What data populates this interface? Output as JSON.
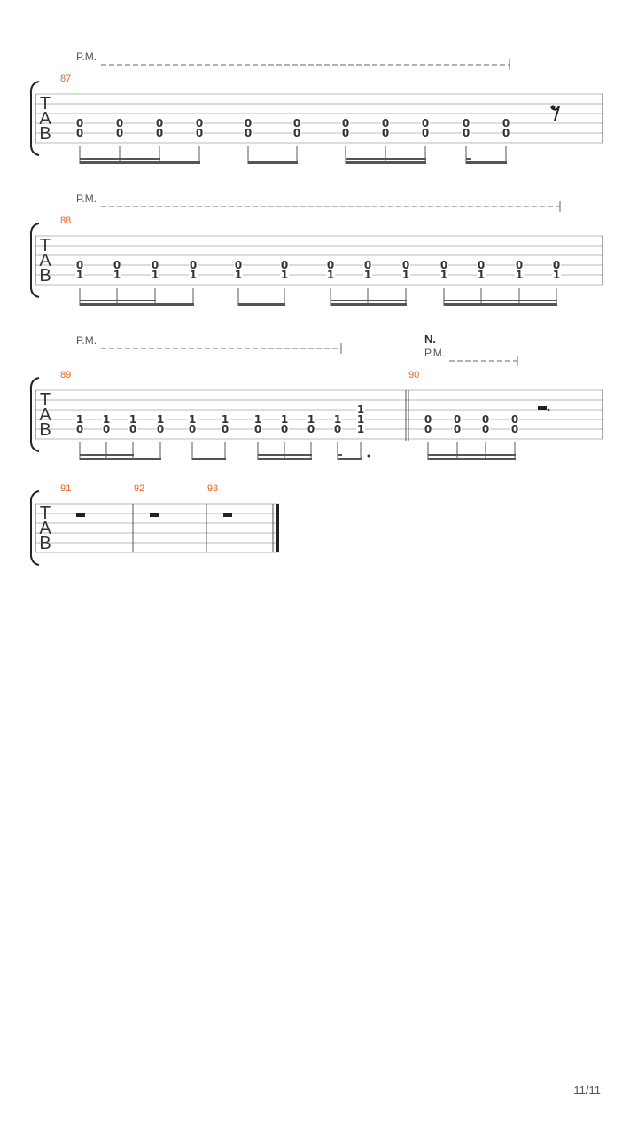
{
  "page": {
    "number": "11/11"
  },
  "labels": {
    "palm_mute": "P.M.",
    "section": "N.",
    "clef": [
      "T",
      "A",
      "B"
    ]
  },
  "systems": [
    {
      "measures": [
        {
          "number": "87",
          "notes": [
            [
              "0",
              "0"
            ],
            [
              "0",
              "0"
            ],
            [
              "0",
              "0"
            ],
            [
              "0",
              "0"
            ],
            [
              "0",
              "0"
            ],
            [
              "0",
              "0"
            ],
            [
              "0",
              "0"
            ],
            [
              "0",
              "0"
            ],
            [
              "0",
              "0"
            ],
            [
              "0",
              "0"
            ],
            [
              "0",
              "0"
            ]
          ],
          "strings": [
            4,
            5
          ],
          "ending_rest": "eighth"
        }
      ]
    },
    {
      "measures": [
        {
          "number": "88",
          "notes": [
            [
              "0",
              "1"
            ],
            [
              "0",
              "1"
            ],
            [
              "0",
              "1"
            ],
            [
              "0",
              "1"
            ],
            [
              "0",
              "1"
            ],
            [
              "0",
              "1"
            ],
            [
              "0",
              "1"
            ],
            [
              "0",
              "1"
            ],
            [
              "0",
              "1"
            ],
            [
              "0",
              "1"
            ],
            [
              "0",
              "1"
            ],
            [
              "0",
              "1"
            ],
            [
              "0",
              "1"
            ]
          ],
          "strings": [
            4,
            5
          ]
        }
      ]
    },
    {
      "measures": [
        {
          "number": "89",
          "notes": [
            [
              "1",
              "0"
            ],
            [
              "1",
              "0"
            ],
            [
              "1",
              "0"
            ],
            [
              "1",
              "0"
            ],
            [
              "1",
              "0"
            ],
            [
              "1",
              "0"
            ],
            [
              "1",
              "0"
            ],
            [
              "1",
              "0"
            ],
            [
              "1",
              "0"
            ],
            [
              "1",
              "0"
            ],
            [
              "1",
              "1",
              "1"
            ]
          ],
          "strings": [
            4,
            5
          ]
        },
        {
          "number": "90",
          "notes": [
            [
              "0",
              "0"
            ],
            [
              "0",
              "0"
            ],
            [
              "0",
              "0"
            ],
            [
              "0",
              "0"
            ]
          ],
          "strings": [
            4,
            5
          ],
          "ending_rest": "dotted-half"
        }
      ]
    },
    {
      "measures": [
        {
          "number": "91",
          "rest": "whole"
        },
        {
          "number": "92",
          "rest": "whole"
        },
        {
          "number": "93",
          "rest": "whole"
        }
      ]
    }
  ]
}
